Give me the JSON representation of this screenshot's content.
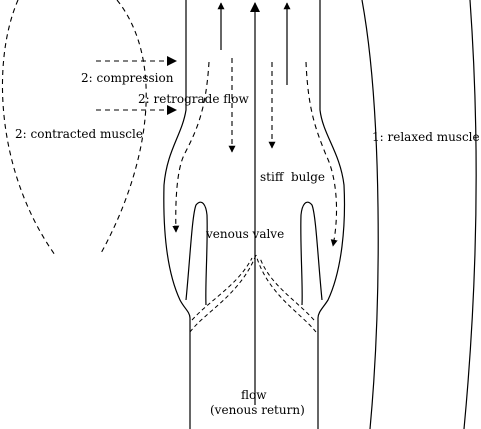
{
  "labels": {
    "compression": "2: compression",
    "retrograde_flow": "2: retrograde flow",
    "contracted_muscle": "2: contracted muscle",
    "relaxed_muscle": "1: relaxed muscle",
    "stiff_bulge": "stiff  bulge",
    "venous_valve": "venous valve",
    "flow": "flow",
    "venous_return": "(venous return)"
  },
  "colors": {
    "stroke": "#000000",
    "background": "#ffffff"
  }
}
